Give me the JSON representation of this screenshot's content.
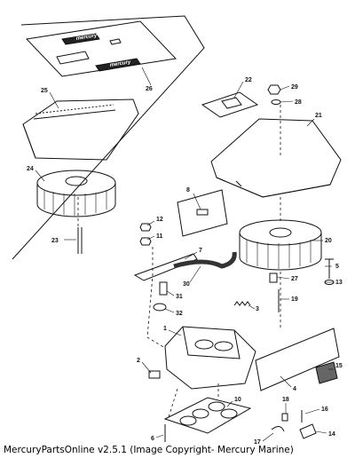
{
  "diagram": {
    "callouts": [
      "1",
      "2",
      "3",
      "4",
      "5",
      "6",
      "7",
      "8",
      "10",
      "11",
      "12",
      "13",
      "14",
      "15",
      "16",
      "17",
      "18",
      "19",
      "20",
      "21",
      "22",
      "23",
      "24",
      "25",
      "26",
      "27",
      "28",
      "29",
      "30",
      "31",
      "32"
    ],
    "stencil_text": [
      "mercury",
      "mercury"
    ],
    "colors": {
      "ink": "#111111",
      "paper": "#ffffff",
      "shade": "#555555"
    }
  },
  "caption": "MercuryPartsOnline v2.5.1 (Image Copyright- Mercury Marine)"
}
